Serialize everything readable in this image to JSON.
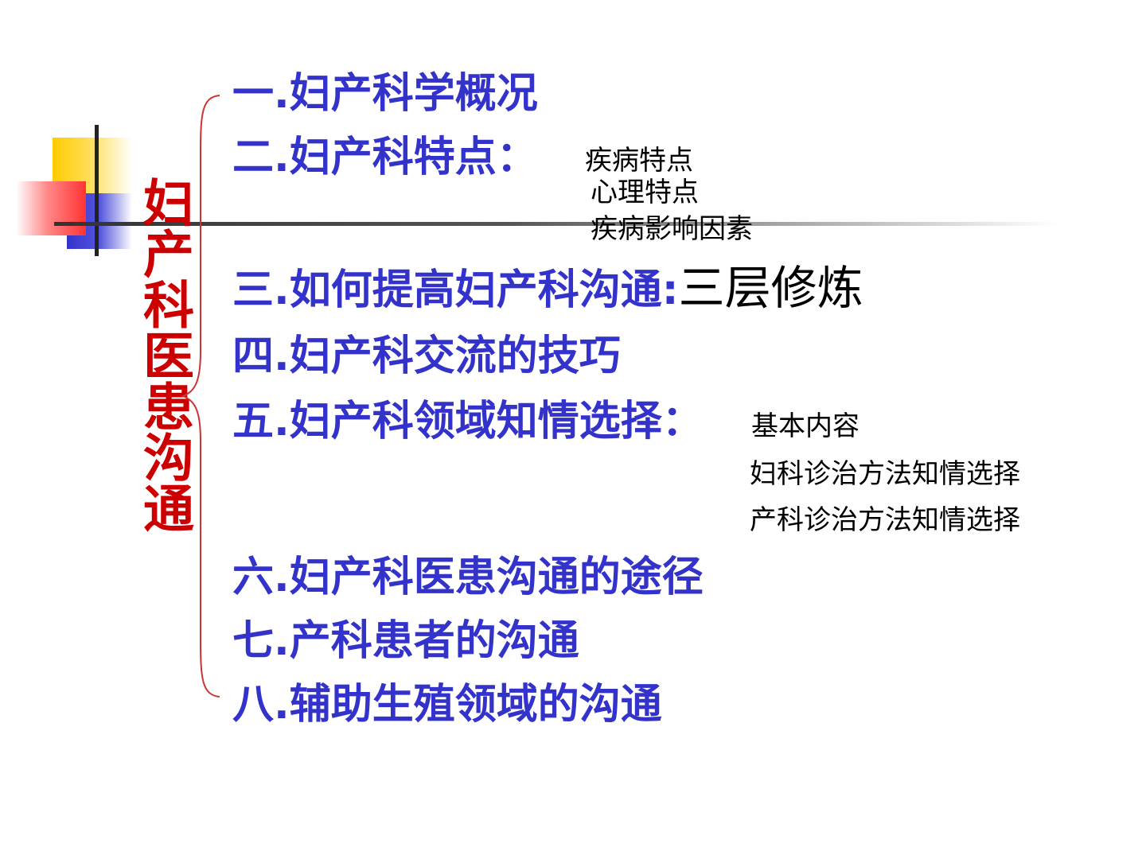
{
  "title": "妇产科医患沟通",
  "items": [
    {
      "label": "一.妇产科学概况"
    },
    {
      "label": "二.妇产科特点：",
      "subitems": [
        "疾病特点",
        "心理特点",
        "疾病影响因素"
      ]
    },
    {
      "label": "三.如何提高妇产科沟通:",
      "tail": "三层修炼"
    },
    {
      "label": "四.妇产科交流的技巧"
    },
    {
      "label": "五.妇产科领域知情选择：",
      "subitems": [
        "基本内容",
        "妇科诊治方法知情选择",
        "产科诊治方法知情选择"
      ]
    },
    {
      "label": "六.妇产科医患沟通的途径"
    },
    {
      "label": "七.产科患者的沟通"
    },
    {
      "label": "八.辅助生殖领域的沟通"
    }
  ],
  "colors": {
    "title": "#cc0000",
    "item": "#3333cc",
    "sub": "#000000",
    "brace": "#cc3333"
  }
}
